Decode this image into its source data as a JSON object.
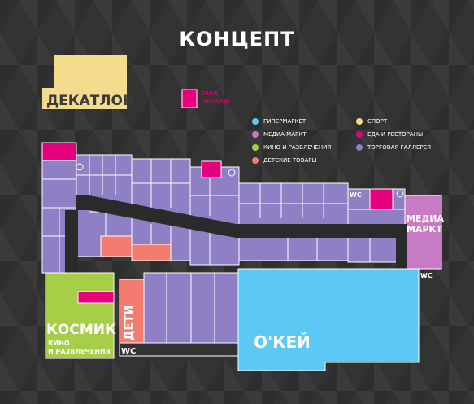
{
  "title": "КОНЦЕПТ",
  "colors": {
    "hypermarket": "#5bc8f5",
    "media_markt": "#c77bc4",
    "cinema": "#a6ce47",
    "kids": "#f47b6f",
    "sport": "#f3dc8e",
    "food": "#e6007e",
    "gallery": "#8f7fc4",
    "corridor": "#2a2a2a"
  },
  "labels": {
    "decathlon": "ДЕКАТЛОН",
    "drive_through": "DRIVE\nTHROUGH",
    "kosmik": "КОСМИК",
    "kosmik_sub": "КИНО\nИ РАЗВЛЕЧЕНИЯ",
    "deti": "ДЕТИ",
    "okey": "О'КЕЙ",
    "media_markt": "МЕДИА МАРКТ",
    "wc": "WC"
  },
  "legend": [
    {
      "label": "ГИПЕРМАРКЕТ",
      "color": "#5bc8f5"
    },
    {
      "label": "СПОРТ",
      "color": "#f3dc8e"
    },
    {
      "label": "МЕДИА МАРКТ",
      "color": "#c77bc4"
    },
    {
      "label": "ЕДА И РЕСТОРАНЫ",
      "color": "#e6007e"
    },
    {
      "label": "КИНО И РАЗВЛЕЧЕНИЯ",
      "color": "#a6ce47"
    },
    {
      "label": "ТОРГОВАЯ ГАЛЛЕРЕЯ",
      "color": "#8f7fc4"
    },
    {
      "label": "ДЕТСКИЕ ТОВАРЫ",
      "color": "#f47b6f"
    }
  ]
}
